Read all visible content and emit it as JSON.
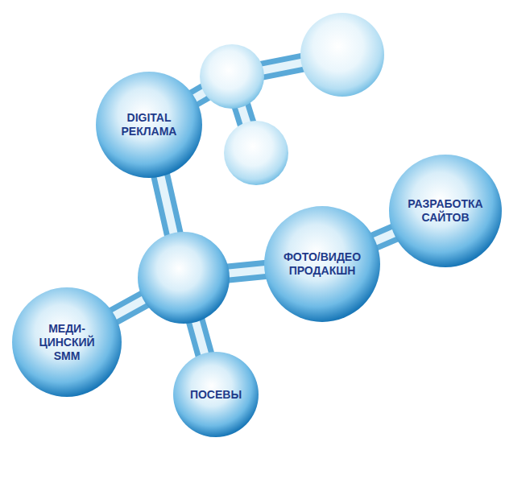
{
  "diagram": {
    "nodes": [
      {
        "text": [
          "DIGITAL РЕКЛАМА"
        ]
      },
      {
        "text": [
          "ФОТО/ВИДЕО ПРОДАКШН"
        ]
      },
      {
        "text": [
          "РАЗРАБОТКА САЙТОВ"
        ]
      },
      {
        "text": [
          "МЕДИ- ЦИНСКИЙ SMM"
        ]
      },
      {
        "text": [
          "ПОСЕВЫ"
        ]
      }
    ],
    "edges": [
      {
        "from": 1,
        "to": 2,
        "arrow": "none"
      }
    ]
  }
}
